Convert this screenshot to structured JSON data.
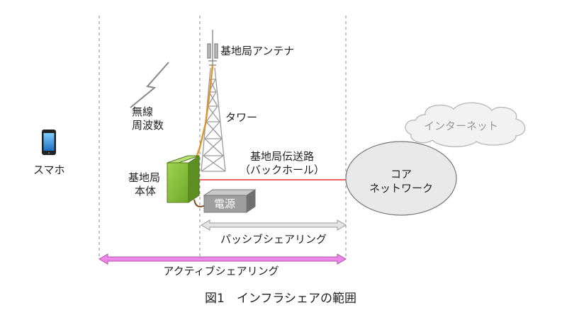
{
  "labels": {
    "antenna": "基地局アンテナ",
    "radio_line1": "無線",
    "radio_line2": "周波数",
    "tower": "タワー",
    "smartphone": "スマホ",
    "base_station_line1": "基地局",
    "base_station_line2": "本体",
    "backhaul_line1": "基地局伝送路",
    "backhaul_line2": "（バックホール）",
    "power": "電源",
    "core_line1": "コア",
    "core_line2": "ネットワーク",
    "internet": "インターネット",
    "passive_sharing": "パッシブシェアリング",
    "active_sharing": "アクティブシェアリング",
    "caption": "図1　インフラシェアの範囲"
  },
  "colors": {
    "backhaul_line": "#e8312f",
    "tower_cable": "#e0922a",
    "base_station_box": "#8cc63f",
    "power_box": "#9e9e9e",
    "active_arrow": "#ee88e8",
    "passive_arrow": "#e4e4e4",
    "core_ellipse": "#e9e9e9",
    "cloud": "#f2f2f2"
  },
  "icons": [
    "smartphone-icon",
    "antenna-icon",
    "lightning-icon",
    "tower-icon",
    "cloud-icon"
  ]
}
